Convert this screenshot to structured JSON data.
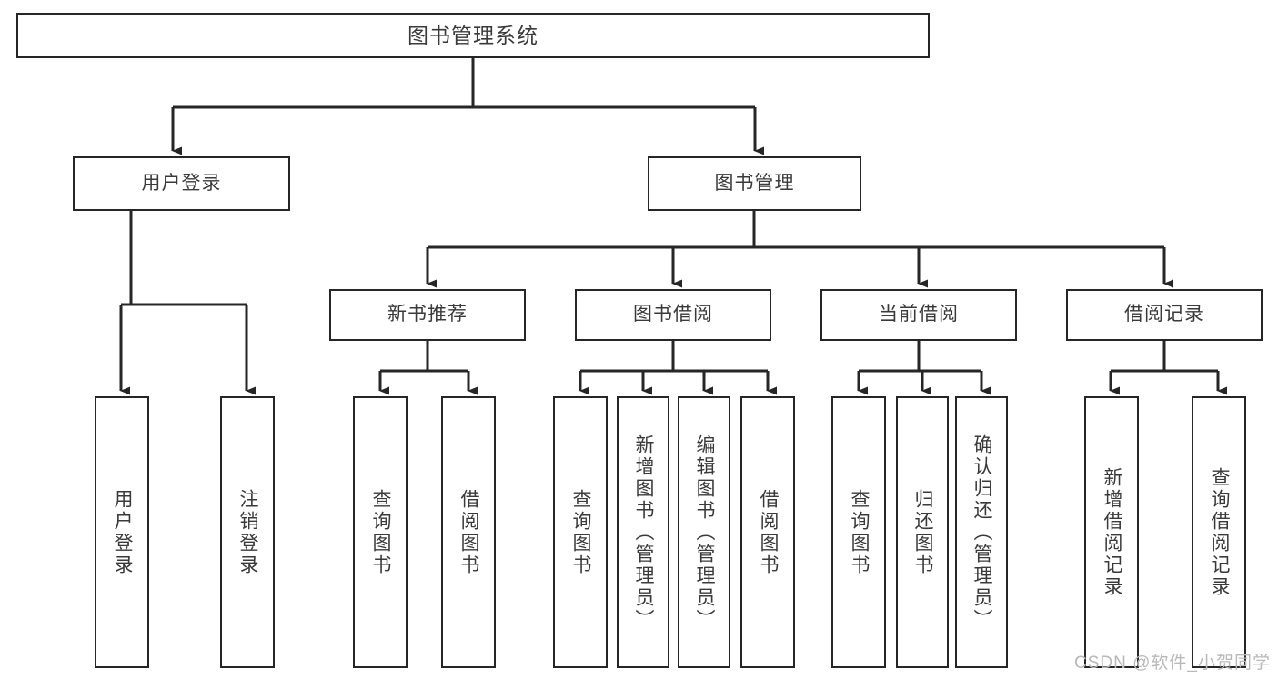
{
  "diagram": {
    "title": "图书管理系统",
    "watermark": "CSDN @软件_小贺同学",
    "line_color": "#262626",
    "text_color": "#3a3a3a",
    "background": "#ffffff",
    "levels": {
      "root": {
        "label": "图书管理系统"
      },
      "level2": [
        {
          "label": "用户登录"
        },
        {
          "label": "图书管理"
        }
      ],
      "level3": [
        {
          "label": "新书推荐"
        },
        {
          "label": "图书借阅"
        },
        {
          "label": "当前借阅"
        },
        {
          "label": "借阅记录"
        }
      ],
      "leaves": {
        "user_login": [
          {
            "label": "用户登录"
          },
          {
            "label": "注销登录"
          }
        ],
        "new_book_recommend": [
          {
            "label": "查询图书"
          },
          {
            "label": "借阅图书"
          }
        ],
        "book_borrow": [
          {
            "label": "查询图书"
          },
          {
            "label": "新增图书（管理员）"
          },
          {
            "label": "编辑图书（管理员）"
          },
          {
            "label": "借阅图书"
          }
        ],
        "current_borrow": [
          {
            "label": "查询图书"
          },
          {
            "label": "归还图书"
          },
          {
            "label": "确认归还（管理员）"
          }
        ],
        "borrow_record": [
          {
            "label": "新增借阅记录"
          },
          {
            "label": "查询借阅记录"
          }
        ]
      }
    }
  }
}
